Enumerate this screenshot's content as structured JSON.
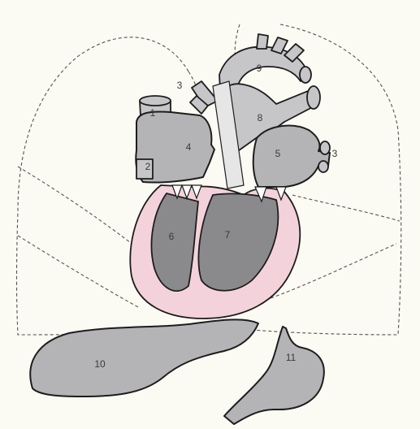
{
  "diagram": {
    "labels": [
      {
        "id": "label-1",
        "text": "1"
      },
      {
        "id": "label-2",
        "text": "2"
      },
      {
        "id": "label-3-top",
        "text": "3"
      },
      {
        "id": "label-3-right",
        "text": "3"
      },
      {
        "id": "label-4",
        "text": "4"
      },
      {
        "id": "label-5",
        "text": "5"
      },
      {
        "id": "label-6",
        "text": "6"
      },
      {
        "id": "label-7",
        "text": "7"
      },
      {
        "id": "label-8",
        "text": "8"
      },
      {
        "id": "label-9",
        "text": "9"
      },
      {
        "id": "label-10",
        "text": "10"
      },
      {
        "id": "label-11",
        "text": "11"
      }
    ],
    "colors": {
      "background": "#fbfaf3",
      "organ_fill": "#b4b4b6",
      "myocardium": "#f4d2dc",
      "chamber_fill": "#8a8a8c",
      "outline_stroke": "#555555"
    }
  }
}
